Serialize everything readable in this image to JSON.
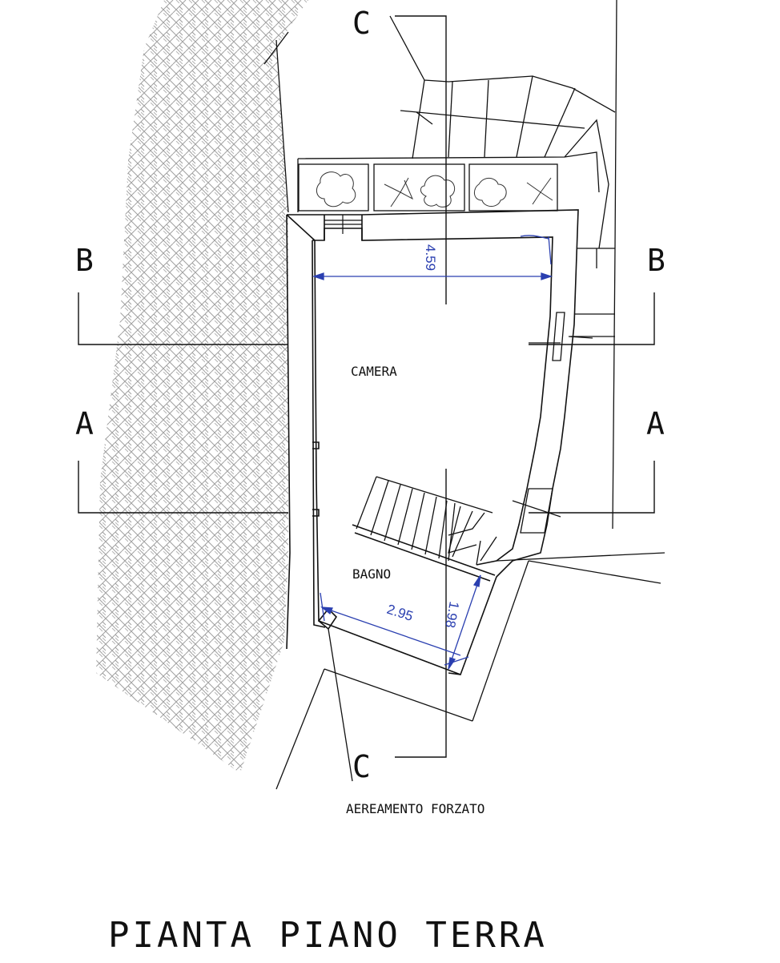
{
  "title": "PIANTA PIANO TERRA",
  "rooms": {
    "camera": "CAMERA",
    "bagno": "BAGNO"
  },
  "note": "AEREAMENTO FORZATO",
  "sections": {
    "a_left": "A",
    "a_right": "A",
    "b_left": "B",
    "b_right": "B",
    "c_top": "C",
    "c_bottom": "C"
  },
  "dimensions": {
    "camera_width": "4.59",
    "bagno_width": "2.95",
    "bagno_depth": "1.98"
  },
  "colors": {
    "line": "#111111",
    "dimension": "#2a3fb0",
    "hatch": "#9a9a9a"
  }
}
